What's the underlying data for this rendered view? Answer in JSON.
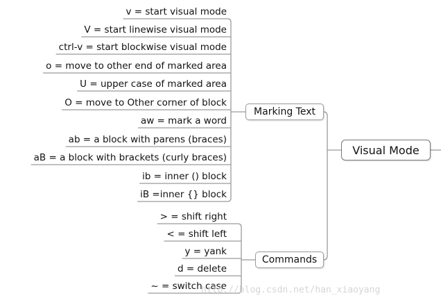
{
  "line_color": "#9a9a9a",
  "root": {
    "label": "Visual Mode"
  },
  "branches": [
    {
      "label": "Marking Text",
      "leaves": [
        "v = start visual mode",
        "V = start linewise visual mode",
        "ctrl-v = start blockwise visual mode",
        "o = move to other end of marked area",
        "U = upper case of marked area",
        "O = move to Other corner of block",
        "aw = mark a word",
        "ab = a block with parens (braces)",
        "aB = a block with brackets (curly braces)",
        "ib = inner () block",
        "iB  =inner {} block"
      ]
    },
    {
      "label": "Commands",
      "leaves": [
        "> = shift right",
        "< = shift left",
        "y = yank",
        "d = delete",
        "~ = switch case"
      ]
    }
  ],
  "watermark": "http://blog.csdn.net/han_xiaoyang"
}
